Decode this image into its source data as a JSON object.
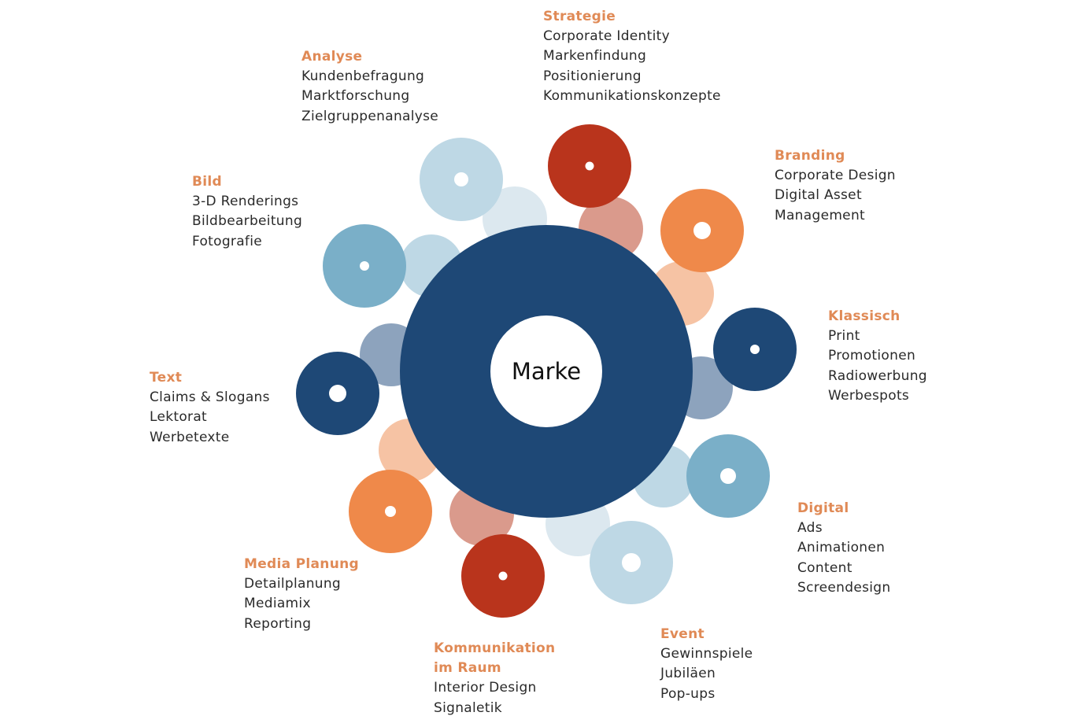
{
  "center": {
    "label": "Marke"
  },
  "colors": {
    "dark_blue": "#1e4876",
    "mid_blue": "#7aafc8",
    "light_blue": "#bed8e5",
    "pale_blue": "#dce8ef",
    "grey_blue": "#8da3bd",
    "red": "#b9341c",
    "salmon": "#da9a8c",
    "orange": "#ef894a",
    "peach": "#f6c3a4",
    "title_orange": "#e08a56"
  },
  "groups": [
    {
      "id": "strategie",
      "title": "Strategie",
      "items": [
        "Corporate Identity",
        "Markenfindung",
        "Positionierung",
        "Kommunikationskonzepte"
      ]
    },
    {
      "id": "analyse",
      "title": "Analyse",
      "items": [
        "Kundenbefragung",
        "Marktforschung",
        "Zielgruppenanalyse"
      ]
    },
    {
      "id": "branding",
      "title": "Branding",
      "items": [
        "Corporate Design",
        "Digital Asset",
        "Management"
      ]
    },
    {
      "id": "bild",
      "title": "Bild",
      "items": [
        "3-D Renderings",
        "Bildbearbeitung",
        "Fotografie"
      ]
    },
    {
      "id": "klassisch",
      "title": "Klassisch",
      "items": [
        "Print",
        "Promotionen",
        "Radiowerbung",
        "Werbespots"
      ]
    },
    {
      "id": "text",
      "title": "Text",
      "items": [
        "Claims & Slogans",
        "Lektorat",
        "Werbetexte"
      ]
    },
    {
      "id": "digital",
      "title": "Digital",
      "items": [
        "Ads",
        "Animationen",
        "Content",
        "Screendesign"
      ]
    },
    {
      "id": "media_planung",
      "title": "Media Planung",
      "items": [
        "Detailplanung",
        "Mediamix",
        "Reporting"
      ]
    },
    {
      "id": "event",
      "title": "Event",
      "items": [
        "Gewinnspiele",
        "Jubiläen",
        "Pop-ups"
      ]
    },
    {
      "id": "kommunikation",
      "title": "Kommunikation im Raum",
      "title_lines": [
        "Kommunikation",
        "im Raum"
      ],
      "items": [
        "Interior Design",
        "Signaletik"
      ]
    }
  ]
}
